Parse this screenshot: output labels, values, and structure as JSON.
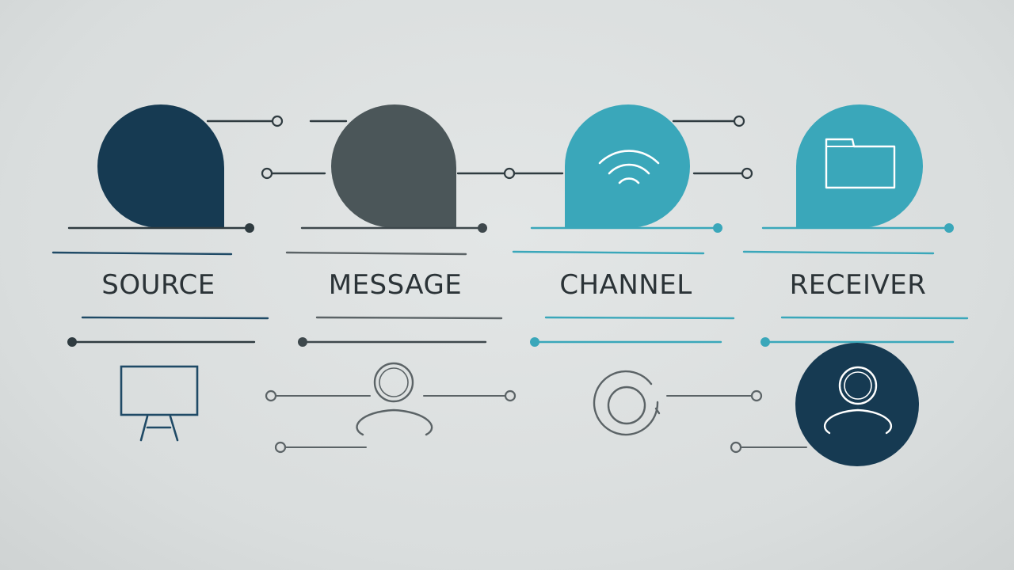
{
  "stages": [
    {
      "id": "source",
      "label": "SOURCE"
    },
    {
      "id": "message",
      "label": "MESSAGE"
    },
    {
      "id": "channel",
      "label": "CHANNEL"
    },
    {
      "id": "receiver",
      "label": "RECEIVER"
    }
  ],
  "colors": {
    "navy": "#163a52",
    "gray": "#4b5659",
    "teal": "#3aa7ba",
    "line_dark": "#2f3b40",
    "line_gray": "#5b6366",
    "line_teal": "#3aa7ba",
    "label_text": "#2b3337"
  },
  "icons": {
    "source": "bubble-shape-icon",
    "message": "bubble-shape-icon",
    "channel": "wifi-icon",
    "receiver": "folder-icon",
    "source_bottom": "monitor-icon",
    "message_bottom": "user-icon",
    "channel_bottom": "target-circle-icon",
    "receiver_bottom": "user-circle-icon"
  }
}
